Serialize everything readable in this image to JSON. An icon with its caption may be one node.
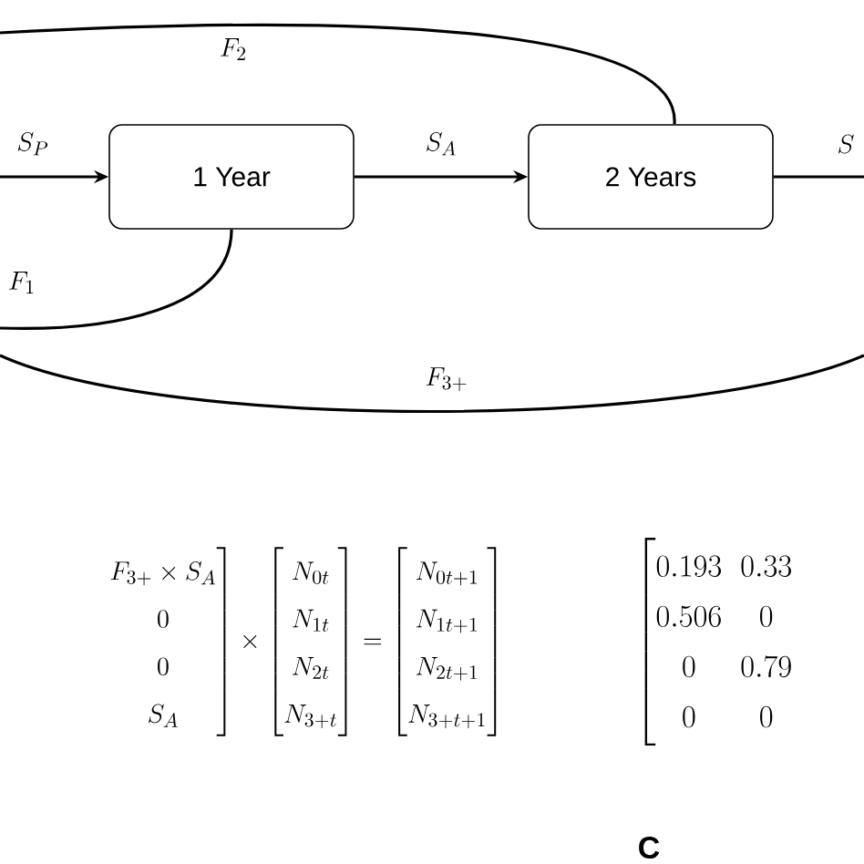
{
  "diagram": {
    "nodes": [
      {
        "text": [
          "1 Year"
        ]
      },
      {
        "text": [
          "2 Years"
        ]
      }
    ],
    "edges": [
      {
        "from": null,
        "to": 0,
        "arrow": "to",
        "label": "S_P"
      },
      {
        "from": 0,
        "to": 1,
        "arrow": "to",
        "label": "S_A"
      },
      {
        "from": 1,
        "to": null,
        "arrow": "none",
        "label": "S"
      },
      {
        "from": 1,
        "to": null,
        "arrow": "none",
        "label": "F_2"
      },
      {
        "from": 0,
        "to": null,
        "arrow": "none",
        "label": "F_1"
      }
    ],
    "labels": [
      "F_{3+}",
      "\\left.\\begin{matrix} F_{3+}\\times S_A \\\\ 0 \\\\ 0 \\\\ S_A \\end{matrix}\\right]\\times\\begin{bmatrix} N_{0t} \\\\ N_{1t} \\\\ N_{2t} \\\\ N_{3+t} \\end{bmatrix}=\\begin{bmatrix} N_{0t+1} \\\\ N_{1t+1} \\\\ N_{2t+1} \\\\ N_{3+t+1} \\end{bmatrix}",
      "\\left[\\begin{matrix} 0.193 & 0.33 \\\\ 0.506 & 0 \\\\ 0 & 0.79 \\\\ 0 & 0 \\end{matrix}\\right.",
      "C"
    ]
  }
}
